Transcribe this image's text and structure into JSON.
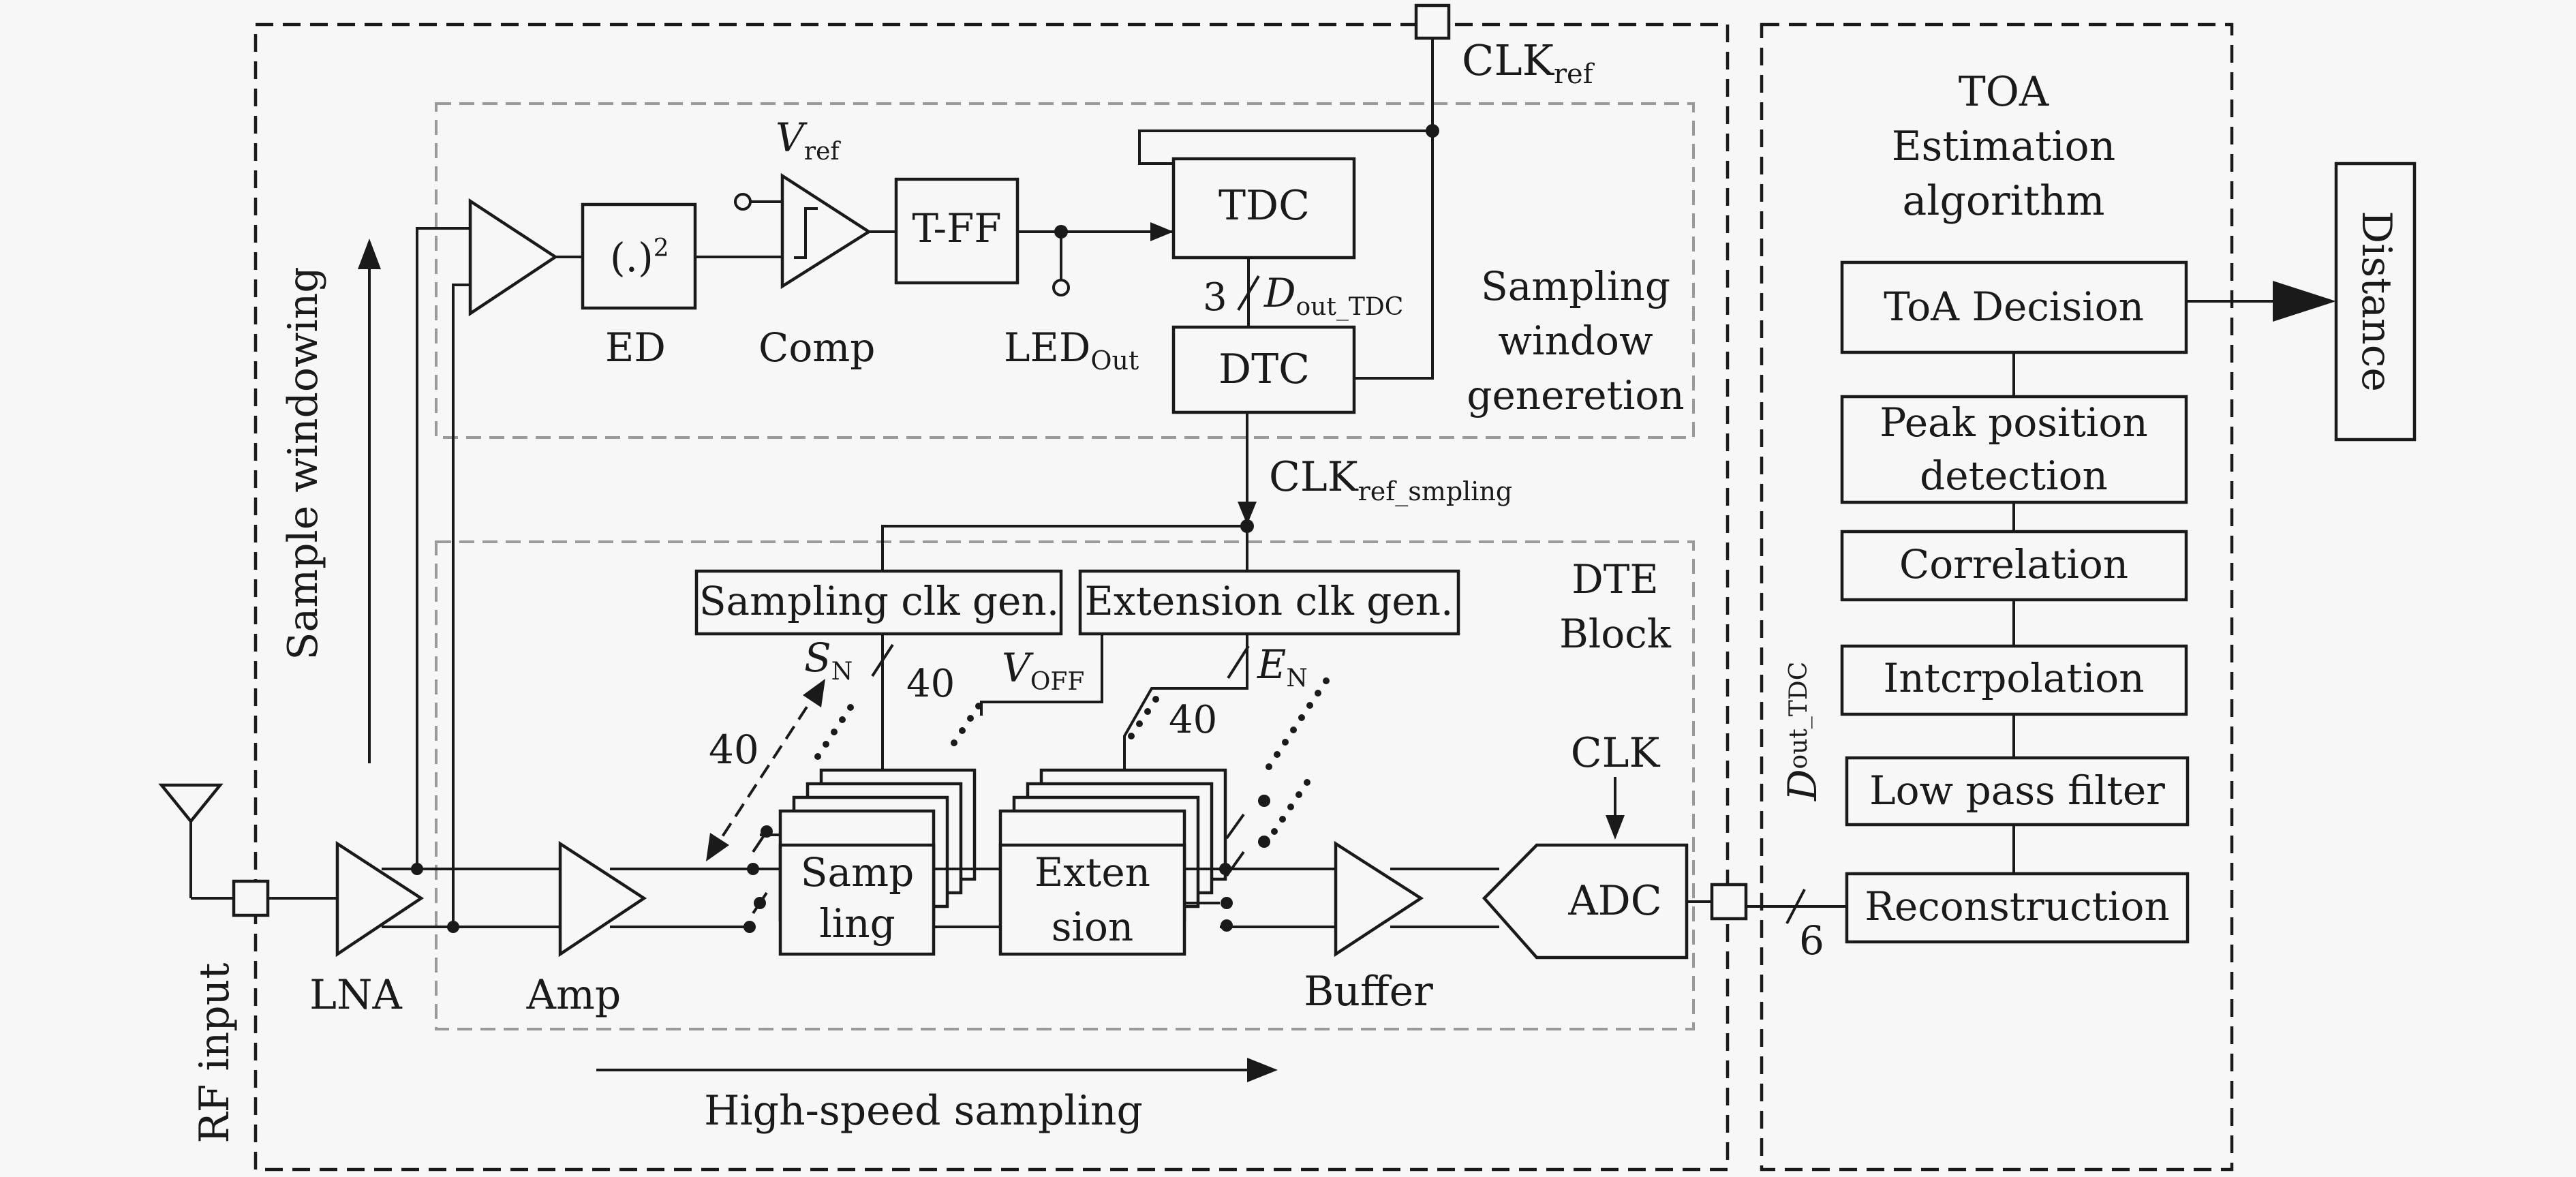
{
  "labels": {
    "clk_ref": "CLK",
    "clk_ref_sub": "ref",
    "v_ref": "V",
    "v_ref_sub": "ref",
    "toa_title_1": "TOA",
    "toa_title_2": "Estimation",
    "toa_title_3": "algorithm",
    "square": "(.)",
    "square_sup": "2",
    "tff": "T-FF",
    "tdc": "TDC",
    "dtc": "DTC",
    "ed": "ED",
    "comp": "Comp",
    "led": "LED",
    "led_sub": "Out",
    "bus_3": "3",
    "d_out_tdc": "D",
    "d_out_tdc_sub": "out_TDC",
    "sampling_window_1": "Sampling",
    "sampling_window_2": "window",
    "sampling_window_3": "generetion",
    "sample_windowing": "Sample windowing",
    "clk_ref_smpling": "CLK",
    "clk_ref_smpling_sub": "ref_smpling",
    "sampling_clk_gen": "Sampling clk gen.",
    "extension_clk_gen": "Extension clk gen.",
    "dte_1": "DTE",
    "dte_2": "Block",
    "s_n": "S",
    "s_n_sub": "N",
    "bus_40_a": "40",
    "v_off": "V",
    "v_off_sub": "OFF",
    "e_n": "E",
    "e_n_sub": "N",
    "bus_40_b": "40",
    "bus_40_c": "40",
    "clk": "CLK",
    "samp_1": "Samp",
    "samp_2": "ling",
    "ext_1": "Exten",
    "ext_2": "sion",
    "adc": "ADC",
    "lna": "LNA",
    "amp": "Amp",
    "buffer": "Buffer",
    "rf_input": "RF input",
    "high_speed": "High-speed sampling",
    "toa_decision": "ToA Decision",
    "peak_1": "Peak position",
    "peak_2": "detection",
    "correlation": "Correlation",
    "interpolation": "Intcrpolation",
    "lpf": "Low pass filter",
    "reconstruction": "Reconstruction",
    "d_out_tdc_right": "D",
    "d_out_tdc_right_sub": "out_TDC",
    "bus_6": "6",
    "distance": "Distance"
  }
}
